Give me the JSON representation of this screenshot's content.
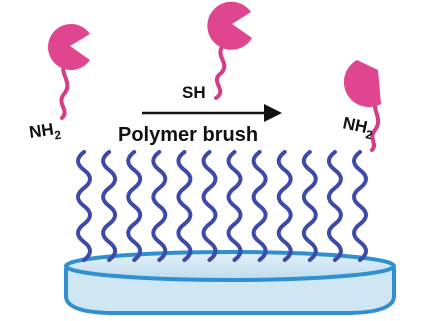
{
  "labels": {
    "sh": "SH",
    "polymer_brush": "Polymer brush",
    "amine_left": "NH",
    "amine_left_subscript": "2",
    "amine_right": "NH",
    "amine_right_subscript": "2"
  },
  "colors": {
    "biomolecule": "#e0468f",
    "tether": "#d63c86",
    "polymer_chain": "#3d4aa8",
    "substrate_fill": "#cfe6f3",
    "substrate_edge": "#2f8fd0",
    "arrow": "#111111"
  },
  "brush": {
    "chain_count": 12
  },
  "icons": {
    "biomolecule": "pacman-protein-icon",
    "arrow": "right-arrow-icon"
  }
}
